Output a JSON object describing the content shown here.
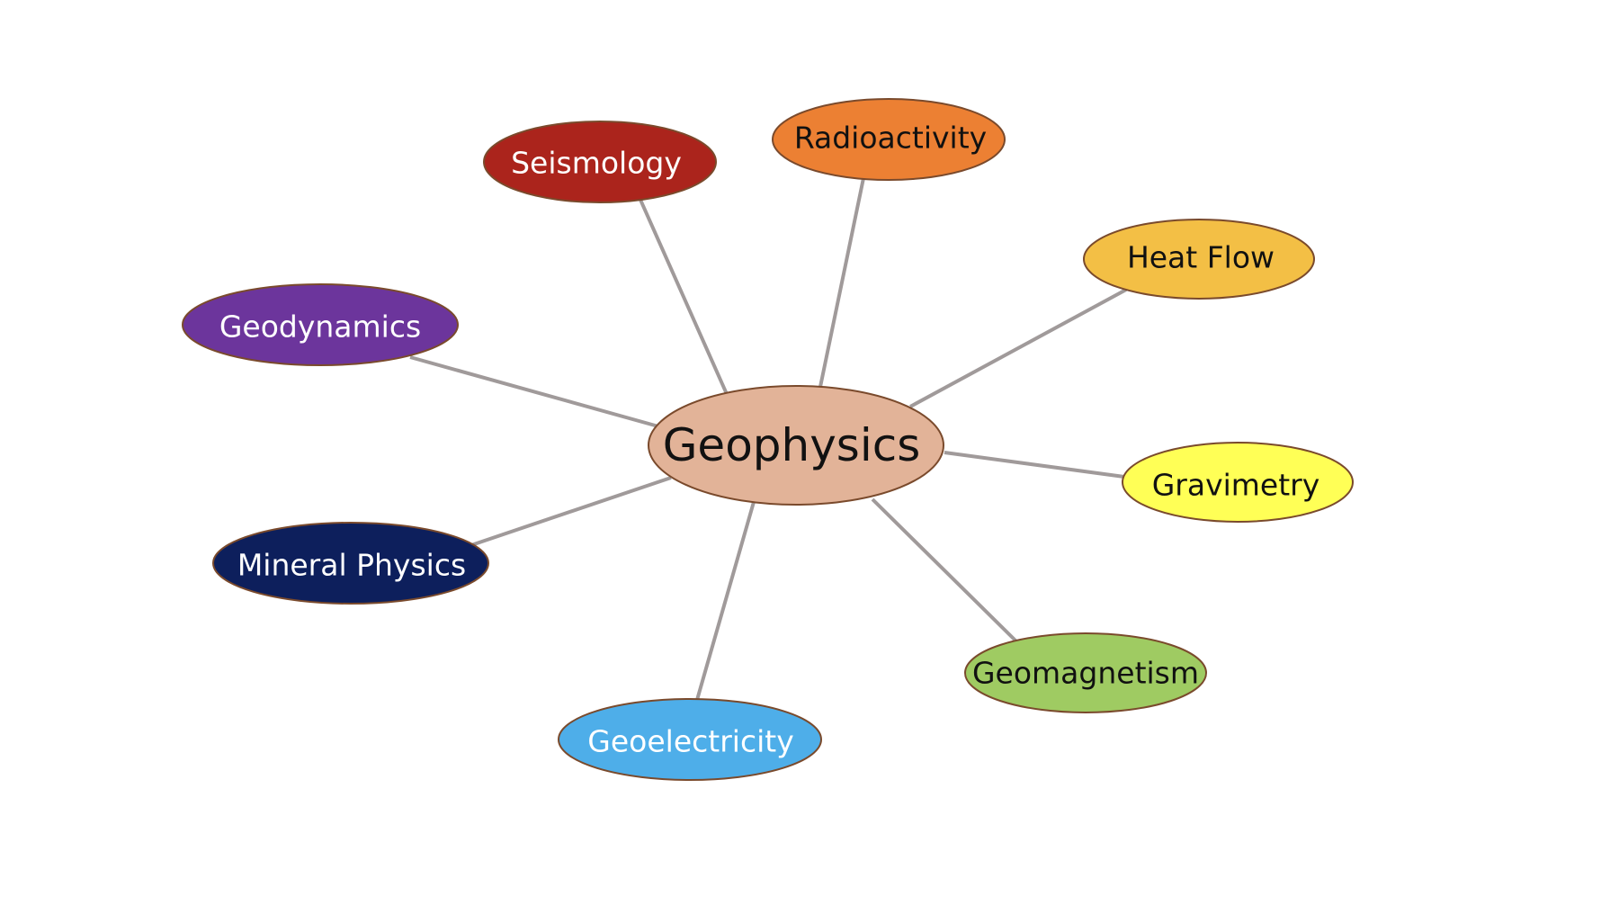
{
  "diagram": {
    "center": {
      "label": "Geophysics",
      "fill": "#e2b398",
      "text_color": "#111111"
    },
    "topics": [
      {
        "id": "seismology",
        "label": "Seismology",
        "fill": "#ab241c",
        "text_color": "#ffffff"
      },
      {
        "id": "radioactivity",
        "label": "Radioactivity",
        "fill": "#ec8033",
        "text_color": "#111111"
      },
      {
        "id": "heat-flow",
        "label": "Heat Flow",
        "fill": "#f3bf45",
        "text_color": "#111111"
      },
      {
        "id": "gravimetry",
        "label": "Gravimetry",
        "fill": "#ffff56",
        "text_color": "#111111"
      },
      {
        "id": "geomagnetism",
        "label": "Geomagnetism",
        "fill": "#9fcb62",
        "text_color": "#111111"
      },
      {
        "id": "geoelectricity",
        "label": "Geoelectricity",
        "fill": "#4eaee9",
        "text_color": "#ffffff"
      },
      {
        "id": "mineral-physics",
        "label": "Mineral Physics",
        "fill": "#0d1f5c",
        "text_color": "#ffffff"
      },
      {
        "id": "geodynamics",
        "label": "Geodynamics",
        "fill": "#6c359c",
        "text_color": "#ffffff"
      }
    ]
  }
}
